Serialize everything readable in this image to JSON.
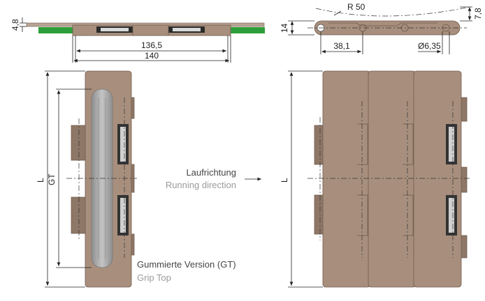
{
  "dimensions": {
    "thickness": "4,8",
    "width_inner": "136,5",
    "width_outer": "140",
    "radius": "R 50",
    "height": "14",
    "pitch": "38,1",
    "pin_diameter": "Ø6,35",
    "offset": "7,8",
    "length": "L",
    "grip_top": "GT"
  },
  "labels": {
    "direction_de": "Laufrichtung",
    "direction_en": "Running direction",
    "version_de": "Gummierte Version (GT)",
    "version_en": "Grip Top"
  },
  "colors": {
    "plate": "#a88f7d",
    "rubber_strip": "#2e9e3a",
    "grip": "#a9a9a9"
  }
}
